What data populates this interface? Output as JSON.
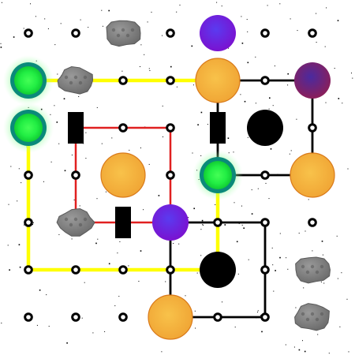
{
  "game": {
    "grid": {
      "cols": 7,
      "rows": 7
    },
    "colors": {
      "background": "#ffffff",
      "node_stroke": "#000000",
      "path_yellow": "#ffff00",
      "path_red": "#e02020",
      "path_black": "#000000",
      "portal_green": "#22ee44",
      "portal_ring": "#0b8a7a",
      "sun_fill": "#f6b43c",
      "sun_edge": "#d97a1a",
      "planet_purple": "#6a1de0",
      "planet_magenta": "#7a1f6e",
      "black_hole": "#000000",
      "asteroid": "#808080",
      "gate": "#000000"
    },
    "paths": [
      {
        "name": "yellow-path",
        "color": "path_yellow",
        "points": [
          [
            0,
            1
          ],
          [
            4,
            1
          ]
        ]
      },
      {
        "name": "yellow-path",
        "color": "path_yellow",
        "points": [
          [
            0,
            2
          ],
          [
            0,
            5
          ],
          [
            4,
            5
          ],
          [
            4,
            3
          ]
        ]
      },
      {
        "name": "red-path",
        "color": "path_red",
        "points": [
          [
            1,
            2
          ],
          [
            3,
            2
          ],
          [
            3,
            4
          ],
          [
            1,
            4
          ],
          [
            1,
            2
          ]
        ]
      },
      {
        "name": "black-path",
        "color": "path_black",
        "points": [
          [
            4,
            1
          ],
          [
            6,
            1
          ],
          [
            6,
            3
          ],
          [
            4,
            3
          ],
          [
            4,
            1
          ]
        ]
      },
      {
        "name": "black-path",
        "color": "path_black",
        "points": [
          [
            3,
            4
          ],
          [
            5,
            4
          ],
          [
            5,
            6
          ],
          [
            3,
            6
          ],
          [
            3,
            4
          ]
        ]
      }
    ],
    "pieces": [
      {
        "type": "portal",
        "col": 0,
        "row": 1,
        "icon": "green-portal-icon"
      },
      {
        "type": "portal",
        "col": 0,
        "row": 2,
        "icon": "green-portal-icon"
      },
      {
        "type": "portal",
        "col": 4,
        "row": 3,
        "icon": "green-portal-icon"
      },
      {
        "type": "sun",
        "col": 4,
        "row": 1,
        "icon": "sun-icon"
      },
      {
        "type": "sun",
        "col": 2,
        "row": 3,
        "icon": "sun-icon"
      },
      {
        "type": "sun",
        "col": 6,
        "row": 3,
        "icon": "sun-icon"
      },
      {
        "type": "sun",
        "col": 3,
        "row": 6,
        "icon": "sun-icon"
      },
      {
        "type": "purple-planet",
        "col": 4,
        "row": 0,
        "icon": "purple-planet-icon"
      },
      {
        "type": "purple-planet",
        "col": 3,
        "row": 4,
        "icon": "purple-planet-icon"
      },
      {
        "type": "magenta-planet",
        "col": 6,
        "row": 1,
        "icon": "magenta-planet-icon"
      },
      {
        "type": "black-hole",
        "col": 5,
        "row": 2,
        "icon": "black-hole-icon"
      },
      {
        "type": "black-hole",
        "col": 4,
        "row": 5,
        "icon": "black-hole-icon"
      },
      {
        "type": "asteroid",
        "col": 2,
        "row": 0,
        "icon": "asteroid-icon"
      },
      {
        "type": "asteroid",
        "col": 1,
        "row": 1,
        "icon": "asteroid-icon"
      },
      {
        "type": "asteroid",
        "col": 1,
        "row": 4,
        "icon": "asteroid-icon"
      },
      {
        "type": "asteroid",
        "col": 6,
        "row": 5,
        "icon": "asteroid-icon"
      },
      {
        "type": "asteroid",
        "col": 6,
        "row": 6,
        "icon": "asteroid-icon"
      },
      {
        "type": "gate",
        "col": 1,
        "row": 2,
        "icon": "gate-icon"
      },
      {
        "type": "gate",
        "col": 4,
        "row": 2,
        "icon": "gate-icon"
      },
      {
        "type": "gate",
        "col": 2,
        "row": 4,
        "icon": "gate-icon"
      }
    ]
  }
}
